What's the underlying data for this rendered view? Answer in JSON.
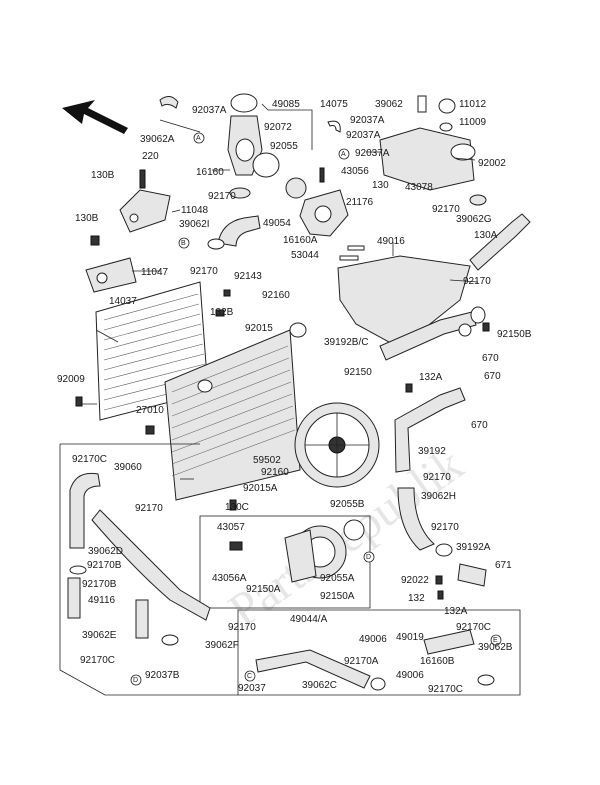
{
  "watermark": "PartsRepublik",
  "labels": {
    "l49085": "49085",
    "l14075": "14075",
    "l92037A_top": "92037A",
    "l39062_top": "39062",
    "l11012": "11012",
    "l11009": "11009",
    "l92072": "92072",
    "l92037A_r": "92037A",
    "l39062A": "39062A",
    "l92055": "92055",
    "l220": "220",
    "l16160": "16160",
    "l43056": "43056",
    "l92002": "92002",
    "l130B_1": "130B",
    "l130": "130",
    "l43078": "43078",
    "l92170_a": "92170",
    "l11048": "11048",
    "l21176": "21176",
    "l92170_b": "92170",
    "l39062G": "39062G",
    "l130B_2": "130B",
    "l39062I": "39062I",
    "l49054": "49054",
    "l16160A": "16160A",
    "l49016": "49016",
    "l130A": "130A",
    "l53044": "53044",
    "l92170_c": "92170",
    "l92143": "92143",
    "l11047": "11047",
    "l92170_d": "92170",
    "l14037": "14037",
    "l132B": "132B",
    "l92160_a": "92160",
    "l92015": "92015",
    "l92150B": "92150B",
    "l39192BC": "39192B/C",
    "l670_a": "670",
    "l92150": "92150",
    "l670_b": "670",
    "l132A_a": "132A",
    "l92009": "92009",
    "l27010": "27010",
    "l670_c": "670",
    "l39192": "39192",
    "l92170C_a": "92170C",
    "l59502": "59502",
    "l39060": "39060",
    "l92160_b": "92160",
    "l92170_e": "92170",
    "l92015A": "92015A",
    "l92055B": "92055B",
    "l39062H": "39062H",
    "l92170_f": "92170",
    "l130C": "130C",
    "l43057": "43057",
    "l92170_g": "92170",
    "l39062D": "39062D",
    "l39192A": "39192A",
    "l92170B_a": "92170B",
    "l671": "671",
    "l92170B_b": "92170B",
    "l43056A": "43056A",
    "l92055A": "92055A",
    "l92022": "92022",
    "l49116": "49116",
    "l92150A_a": "92150A",
    "l92150A_b": "92150A",
    "l132": "132",
    "l132A_b": "132A",
    "l92170_h": "92170",
    "l49044A": "49044/A",
    "l39062E": "39062E",
    "l39062F": "39062F",
    "l49006_a": "49006",
    "l49019": "49019",
    "l92170C_b": "92170C",
    "l92170C_c": "92170C",
    "l16160B": "16160B",
    "l39062B": "39062B",
    "l92037B": "92037B",
    "l49006_b": "49006",
    "l92037": "92037",
    "l39062C": "39062C",
    "l92170A": "92170A",
    "l92170C_d": "92170C"
  },
  "callouts": {
    "A": "A",
    "B": "B",
    "C": "C",
    "D": "D",
    "E": "E"
  }
}
